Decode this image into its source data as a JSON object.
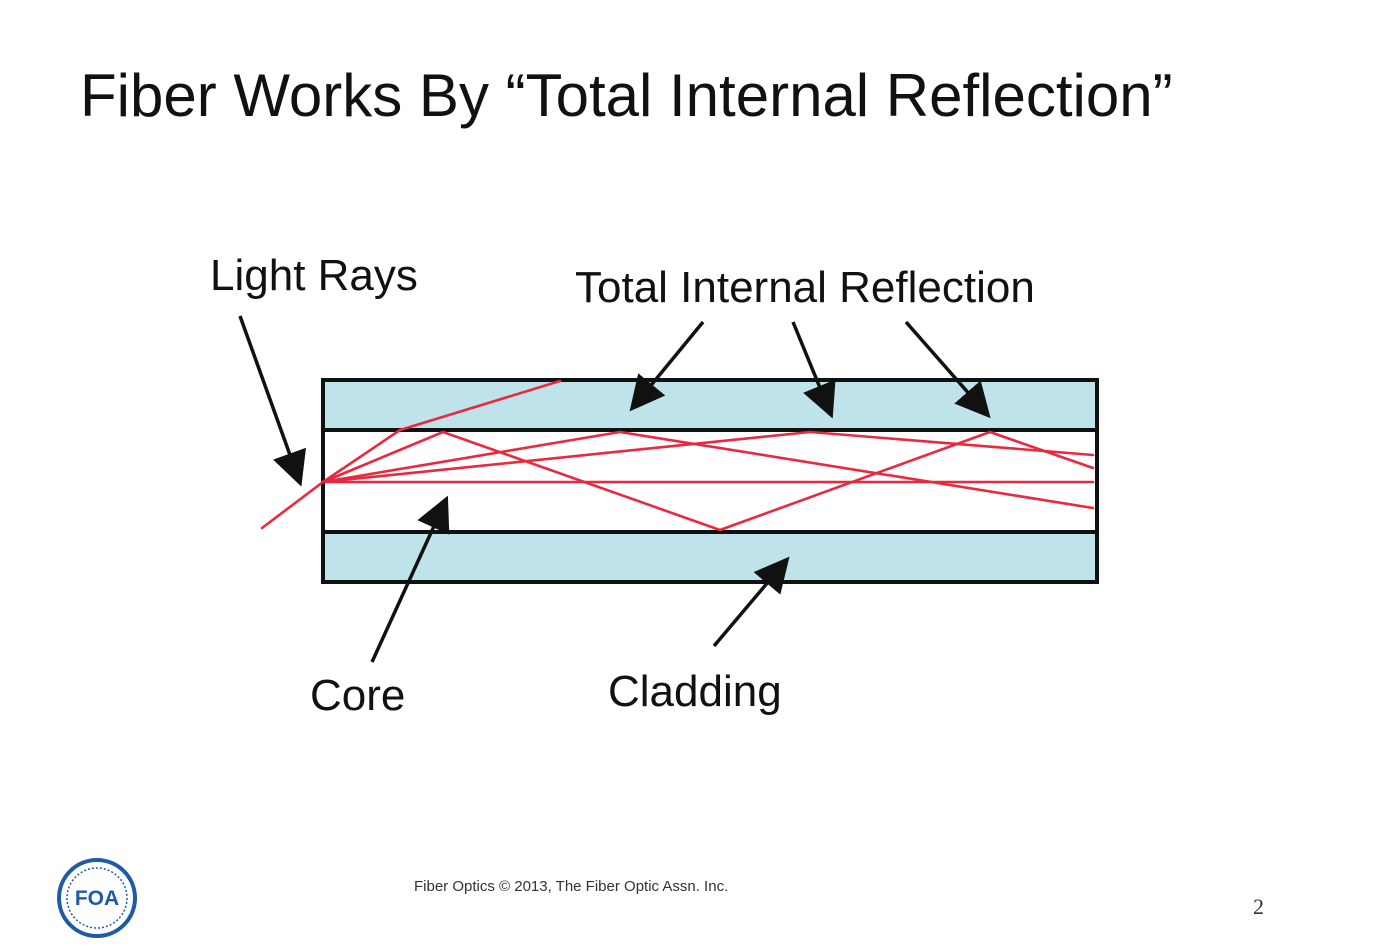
{
  "slide": {
    "title": "Fiber Works By “Total Internal Reflection”",
    "footer": "Fiber Optics  © 2013, The Fiber Optic Assn. Inc.",
    "page_number": "2",
    "logo_text": "FOA"
  },
  "diagram": {
    "labels": {
      "light_rays": "Light Rays",
      "total_internal_reflection": "Total Internal Reflection",
      "core": "Core",
      "cladding": "Cladding"
    },
    "colors": {
      "cladding_fill": "#bfe3ea",
      "core_fill": "#ffffff",
      "outline": "#111111",
      "ray": "#e8293f",
      "logo": "#1f5aa6"
    }
  }
}
